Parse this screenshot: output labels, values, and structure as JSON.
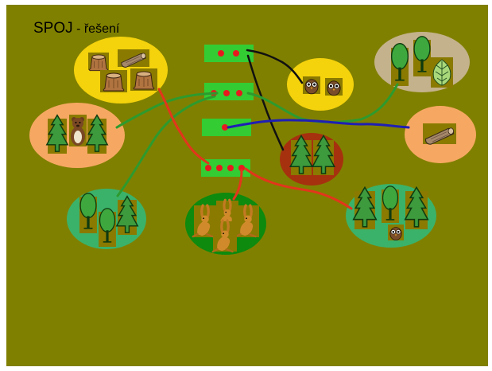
{
  "slide": {
    "title_main": "SPOJ",
    "title_sub": " - řešení",
    "background": "#808000"
  },
  "colors": {
    "boxes": "#33cc33",
    "dots": "#e8191e",
    "wire_black": "#111111",
    "wire_green": "#2e9a2e",
    "wire_blue": "#1f1fb4",
    "wire_red": "#e2361c"
  },
  "boxes": [
    {
      "name": "box-2-dots",
      "dots": 2
    },
    {
      "name": "box-3-dots",
      "dots": 3
    },
    {
      "name": "box-1-dot",
      "dots": 1
    },
    {
      "name": "box-4-dots",
      "dots": 4
    }
  ],
  "groups": [
    {
      "name": "group-stumps",
      "color": "#f4d20c",
      "items": [
        "stump-icon",
        "log-icon",
        "stump-icon",
        "stump-icon"
      ]
    },
    {
      "name": "group-forest-bear",
      "color": "#f6a862",
      "items": [
        "conifer-icon",
        "bear-icon",
        "conifer-icon"
      ]
    },
    {
      "name": "group-forest-deciduous",
      "color": "#3ab26a",
      "items": [
        "deciduous-tree-icon",
        "deciduous-tree-icon",
        "conifer-icon"
      ]
    },
    {
      "name": "group-hares",
      "color": "#0e8a0e",
      "items": [
        "hare-icon",
        "hare-icon",
        "hare-icon",
        "hare-icon"
      ]
    },
    {
      "name": "group-owls",
      "color": "#f4d20c",
      "items": [
        "owl-icon",
        "owl-icon"
      ]
    },
    {
      "name": "group-conifers",
      "color": "#a6310e",
      "items": [
        "conifer-icon",
        "conifer-icon"
      ]
    },
    {
      "name": "group-mixed-trees",
      "color": "#c4b28c",
      "items": [
        "deciduous-tree-icon",
        "deciduous-tree-icon",
        "leaf-icon"
      ]
    },
    {
      "name": "group-log",
      "color": "#f6a862",
      "items": [
        "log-icon"
      ]
    },
    {
      "name": "group-forest-owl",
      "color": "#3ab26a",
      "items": [
        "conifer-icon",
        "deciduous-tree-icon",
        "conifer-icon",
        "owl-icon"
      ]
    }
  ]
}
